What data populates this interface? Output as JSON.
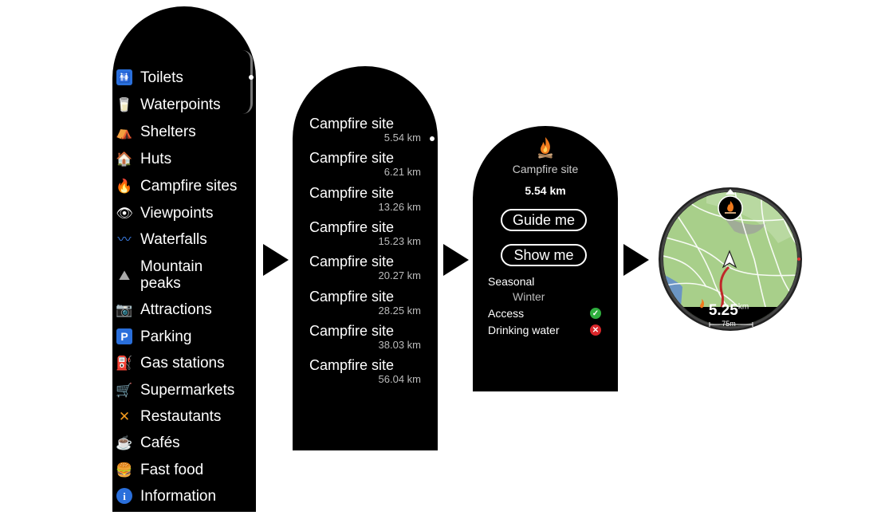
{
  "categories": [
    {
      "label": "Toilets",
      "icon": "toilets-icon"
    },
    {
      "label": "Waterpoints",
      "icon": "waterpoint-icon"
    },
    {
      "label": "Shelters",
      "icon": "shelter-icon"
    },
    {
      "label": "Huts",
      "icon": "hut-icon"
    },
    {
      "label": "Campfire sites",
      "icon": "campfire-icon"
    },
    {
      "label": "Viewpoints",
      "icon": "eye-icon"
    },
    {
      "label": "Waterfalls",
      "icon": "waterfall-icon"
    },
    {
      "label": "Mountain\npeaks",
      "icon": "mountain-icon"
    },
    {
      "label": "Attractions",
      "icon": "camera-icon"
    },
    {
      "label": "Parking",
      "icon": "parking-icon"
    },
    {
      "label": "Gas stations",
      "icon": "gas-pump-icon"
    },
    {
      "label": "Supermarkets",
      "icon": "cart-icon"
    },
    {
      "label": "Restautants",
      "icon": "fork-knife-icon"
    },
    {
      "label": "Cafés",
      "icon": "coffee-icon"
    },
    {
      "label": "Fast food",
      "icon": "burger-icon"
    },
    {
      "label": "Information",
      "icon": "info-icon"
    }
  ],
  "results": [
    {
      "name": "Campfire site",
      "distance": "5.54 km"
    },
    {
      "name": "Campfire site",
      "distance": "6.21 km"
    },
    {
      "name": "Campfire site",
      "distance": "13.26 km"
    },
    {
      "name": "Campfire site",
      "distance": "15.23 km"
    },
    {
      "name": "Campfire site",
      "distance": "20.27 km"
    },
    {
      "name": "Campfire site",
      "distance": "28.25 km"
    },
    {
      "name": "Campfire site",
      "distance": "38.03 km"
    },
    {
      "name": "Campfire site",
      "distance": "56.04 km"
    }
  ],
  "detail": {
    "title": "Campfire site",
    "distance": "5.54 km",
    "guide_label": "Guide me",
    "show_label": "Show me",
    "seasonal_label": "Seasonal",
    "seasonal_value": "Winter",
    "access_label": "Access",
    "access_status": "yes",
    "water_label": "Drinking water",
    "water_status": "no"
  },
  "map": {
    "distance": "5.25",
    "unit": "km",
    "scale": "75m"
  },
  "colors": {
    "screen_bg": "#000000",
    "map_green": "#a8cf8a",
    "route": "#c0282a",
    "ok": "#2fae3e",
    "error": "#d9262a"
  }
}
